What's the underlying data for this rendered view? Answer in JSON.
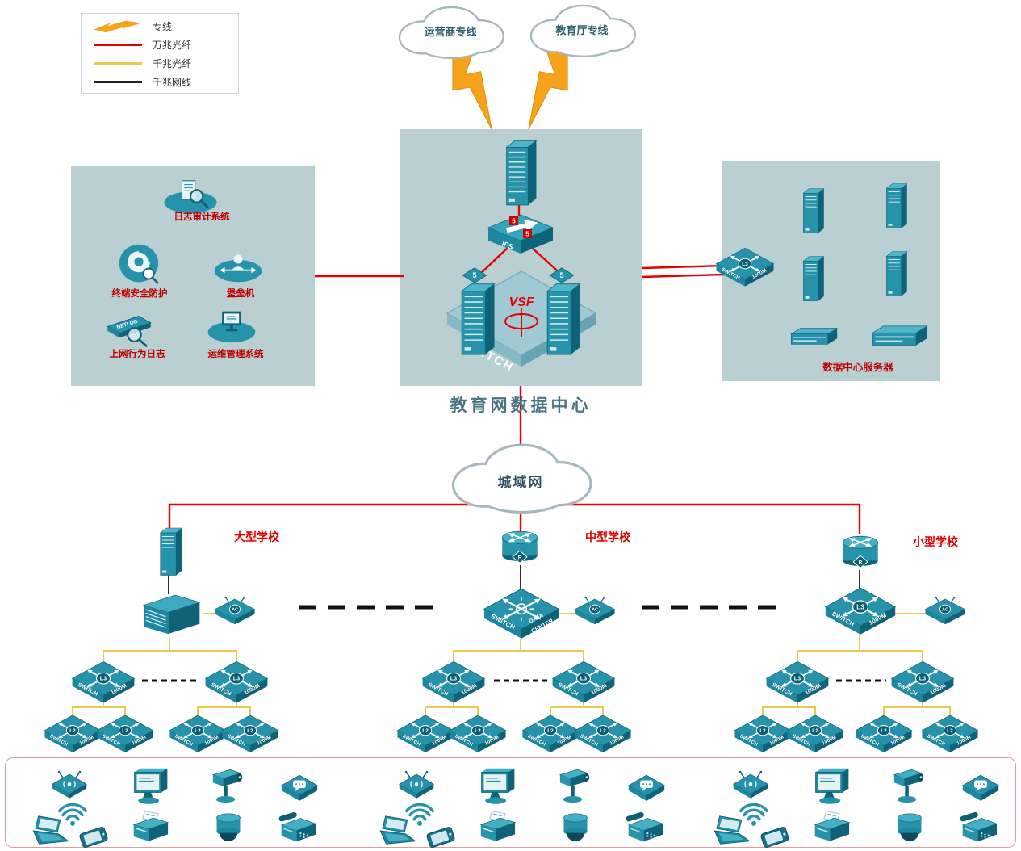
{
  "legend": {
    "items": [
      {
        "label": "专线"
      },
      {
        "label": "万兆光纤"
      },
      {
        "label": "千兆光纤"
      },
      {
        "label": "千兆网线"
      }
    ]
  },
  "clouds": {
    "carrier": "运营商专线",
    "edu": "教育厅专线",
    "man": "城域网"
  },
  "core": {
    "title": "教育网数据中心",
    "vsf": "VSF",
    "switch_text": "SWITCH",
    "ips": "IPS",
    "ips_badge": "5",
    "tower_badge": "5"
  },
  "security_panel": {
    "items": [
      {
        "label": "日志审计系统"
      },
      {
        "label": "终端安全防护"
      },
      {
        "label": "堡垒机"
      },
      {
        "label": "上网行为日志"
      },
      {
        "label": "运维管理系统"
      }
    ],
    "netlog_text": "NETLOG"
  },
  "server_panel": {
    "title": "数据中心服务器"
  },
  "schools": {
    "large": "大型学校",
    "medium": "中型学校",
    "small": "小型学校"
  },
  "labels": {
    "l3": "L3",
    "l2": "L2",
    "ac": "AC",
    "r": "R",
    "switch": "SWITCH",
    "m1000": "1000M",
    "data": "DATA",
    "center": "CENTER"
  },
  "colors": {
    "line_10g_fiber": "#E60000",
    "line_1g_fiber": "#EFC64F",
    "line_1g_cable": "#1A1A1A",
    "device_teal": "#2693AB",
    "panel_bg": "#B9CFD2",
    "label_red": "#C00000",
    "lightning_orange": "#F7A21B"
  },
  "endpoint_groups": [
    "large",
    "medium",
    "small"
  ],
  "endpoint_devices": [
    {
      "id": "wlan",
      "name": "wlan-ap-icon"
    },
    {
      "id": "monitor",
      "name": "desktop-monitor-icon"
    },
    {
      "id": "ptz",
      "name": "ptz-camera-icon"
    },
    {
      "id": "voip",
      "name": "voip-terminal-icon"
    },
    {
      "id": "wifi",
      "name": "wifi-signal-icon"
    },
    {
      "id": "laptop",
      "name": "laptop-icon"
    },
    {
      "id": "phone",
      "name": "smartphone-icon"
    },
    {
      "id": "printer",
      "name": "printer-icon"
    },
    {
      "id": "dome",
      "name": "dome-camera-icon"
    },
    {
      "id": "fax",
      "name": "desk-phone-icon"
    }
  ]
}
